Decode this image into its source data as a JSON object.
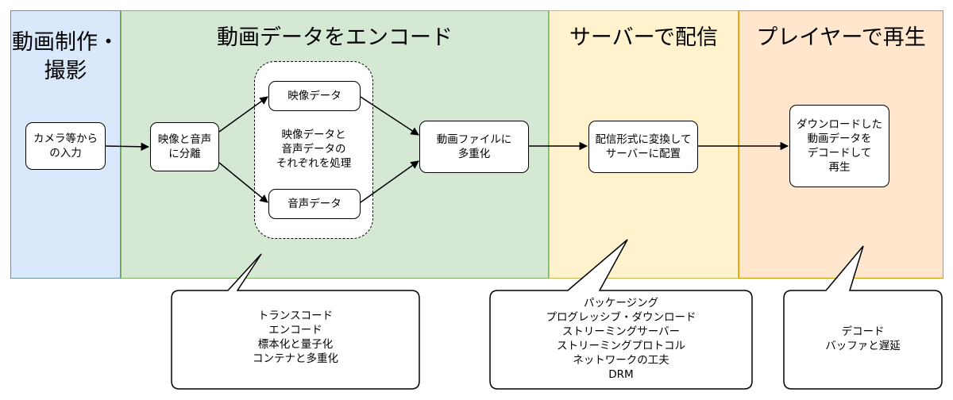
{
  "lanes": [
    {
      "title": "動画制作・\n撮影",
      "fill": "#dae8fc",
      "stroke": "#6c8ebf"
    },
    {
      "title": "動画データをエンコード",
      "fill": "#d5e8d4",
      "stroke": "#82b366"
    },
    {
      "title": "サーバーで配信",
      "fill": "#fff2cc",
      "stroke": "#d6b656"
    },
    {
      "title": "プレイヤーで再生",
      "fill": "#ffe6cc",
      "stroke": "#d79b00"
    }
  ],
  "nodes": {
    "camera_input": "カメラ等から\nの入力",
    "separate": "映像と音声\nに分離",
    "video_data": "映像データ",
    "audio_data": "音声データ",
    "process_each": "映像データと\n音声データの\nそれぞれを処理",
    "mux": "動画ファイルに\n多重化",
    "convert": "配信形式に変換して\nサーバーに配置",
    "decode": "ダウンロードした\n動画データを\nデコードして\n再生"
  },
  "callouts": {
    "encode": [
      "トランスコード",
      "エンコード",
      "標本化と量子化",
      "コンテナと多重化"
    ],
    "delivery": [
      "パッケージング",
      "プログレッシブ・ダウンロード",
      "ストリーミングサーバー",
      "ストリーミングプロトコル",
      "ネットワークの工夫",
      "DRM"
    ],
    "player": [
      "デコード",
      "バッファと遅延"
    ]
  }
}
